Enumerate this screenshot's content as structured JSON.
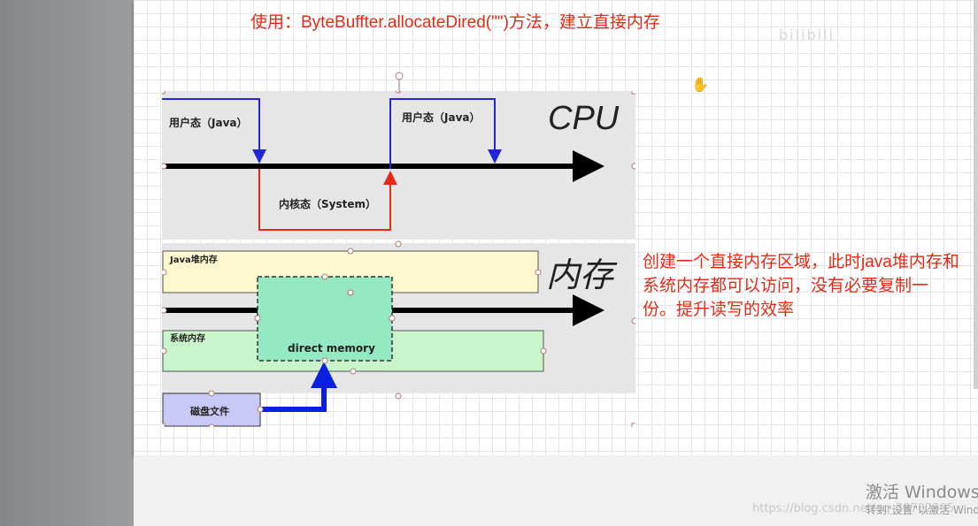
{
  "header_title": "使用：ByteBuffter.allocateDired(\"\")方法，建立直接内存",
  "watermark": "bilibili",
  "diagram": {
    "cpu_label": "CPU",
    "user_mode_1": "用户态（Java）",
    "user_mode_2": "用户态（Java）",
    "kernel_mode": "内核态（System）",
    "memory_label": "内存",
    "java_heap": "Java堆内存",
    "direct_memory": "direct memory",
    "system_memory": "系统内存",
    "disk_file": "磁盘文件",
    "colors": {
      "cpu_bg": "#e6e6e6",
      "java_heap_fill": "#fdf8cf",
      "direct_memory_fill": "#94e9c3",
      "system_memory_fill": "#caf5ca",
      "disk_fill": "#c9c9f7",
      "user_arrow": "#2424d8",
      "kernel_arrow": "#e52b16"
    }
  },
  "note": "创建一个直接内存区域，此时java堆内存和系统内存都可以访问，没有必要复制一份。提升读写的效率",
  "windows_activate": "激活 Windows",
  "windows_sub": "转到\"设置\"以激活 Windows。",
  "url": "https://blog.csdn.net/qq_38702395"
}
